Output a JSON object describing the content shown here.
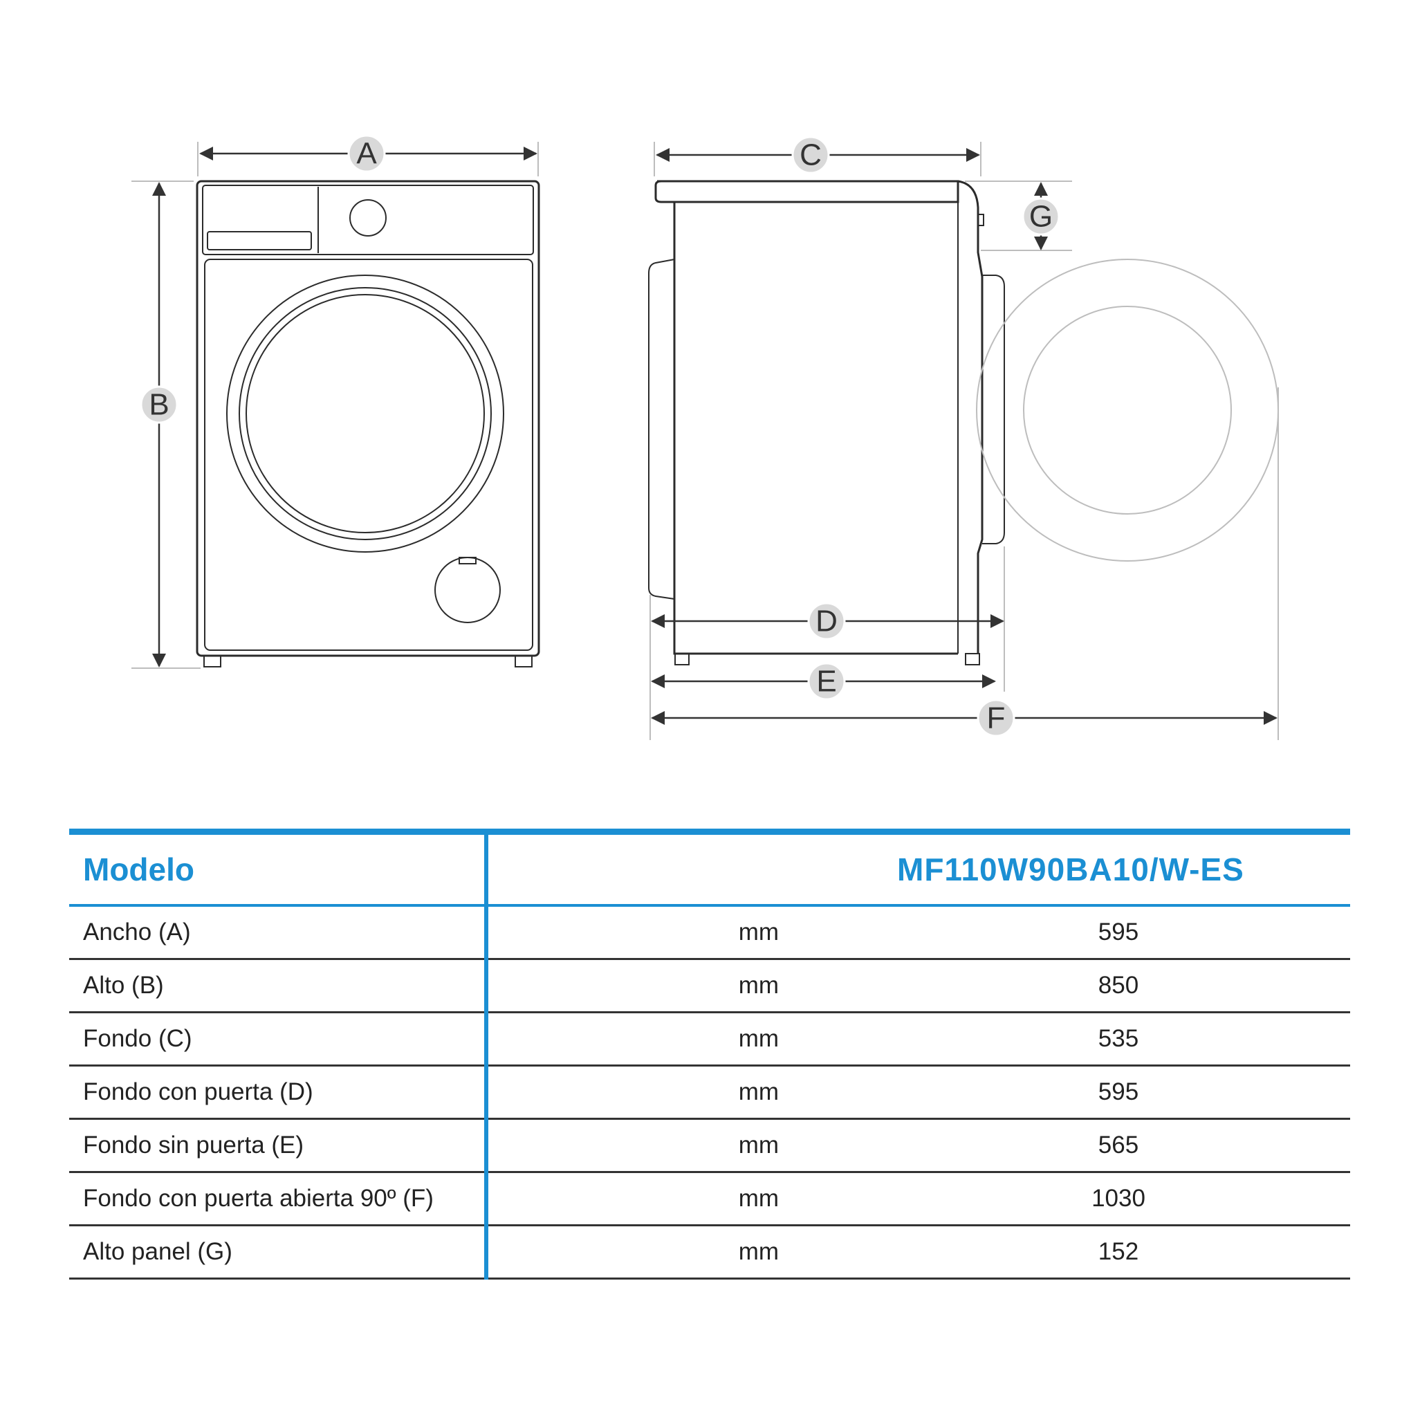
{
  "diagram": {
    "labels": {
      "a": "A",
      "b": "B",
      "c": "C",
      "d": "D",
      "e": "E",
      "f": "F",
      "g": "G"
    },
    "colors": {
      "accent": "#1b8fd3",
      "badge": "#d9d9d9",
      "line": "#2b2b2b"
    }
  },
  "table": {
    "header": {
      "label": "Modelo",
      "model": "MF110W90BA10/W-ES"
    },
    "rows": [
      {
        "name": "Ancho (A)",
        "unit": "mm",
        "value": "595"
      },
      {
        "name": "Alto (B)",
        "unit": "mm",
        "value": "850"
      },
      {
        "name": "Fondo (C)",
        "unit": "mm",
        "value": "535"
      },
      {
        "name": "Fondo con puerta (D)",
        "unit": "mm",
        "value": "595"
      },
      {
        "name": "Fondo sin puerta (E)",
        "unit": "mm",
        "value": "565"
      },
      {
        "name": "Fondo con puerta abierta 90º (F)",
        "unit": "mm",
        "value": "1030"
      },
      {
        "name": "Alto panel (G)",
        "unit": "mm",
        "value": "152"
      }
    ]
  }
}
